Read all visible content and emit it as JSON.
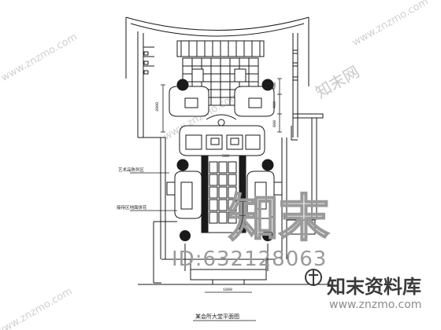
{
  "drawing": {
    "caption": "某会所大堂平面图",
    "ann_left_1": "艺术品陈列区",
    "ann_left_2": "接待区地面拼花",
    "dim_left": "3900",
    "dim_right_1": "400",
    "dim_right_2": "400",
    "dim_right_3": "800",
    "dim_mid": "500",
    "bottom_dim": "1800"
  },
  "watermark": {
    "big_logo": "知末",
    "id_text": "ID:632128063",
    "site_cn": "知末资料库",
    "site_url": "www.znzmo.com",
    "diag_text": "www.znzmo.com",
    "brand_cn": "知末网"
  },
  "colors": {
    "line": "#1a1a1a",
    "watermark": "#b5b5b5",
    "watermark_dark": "#8c8c8c"
  }
}
